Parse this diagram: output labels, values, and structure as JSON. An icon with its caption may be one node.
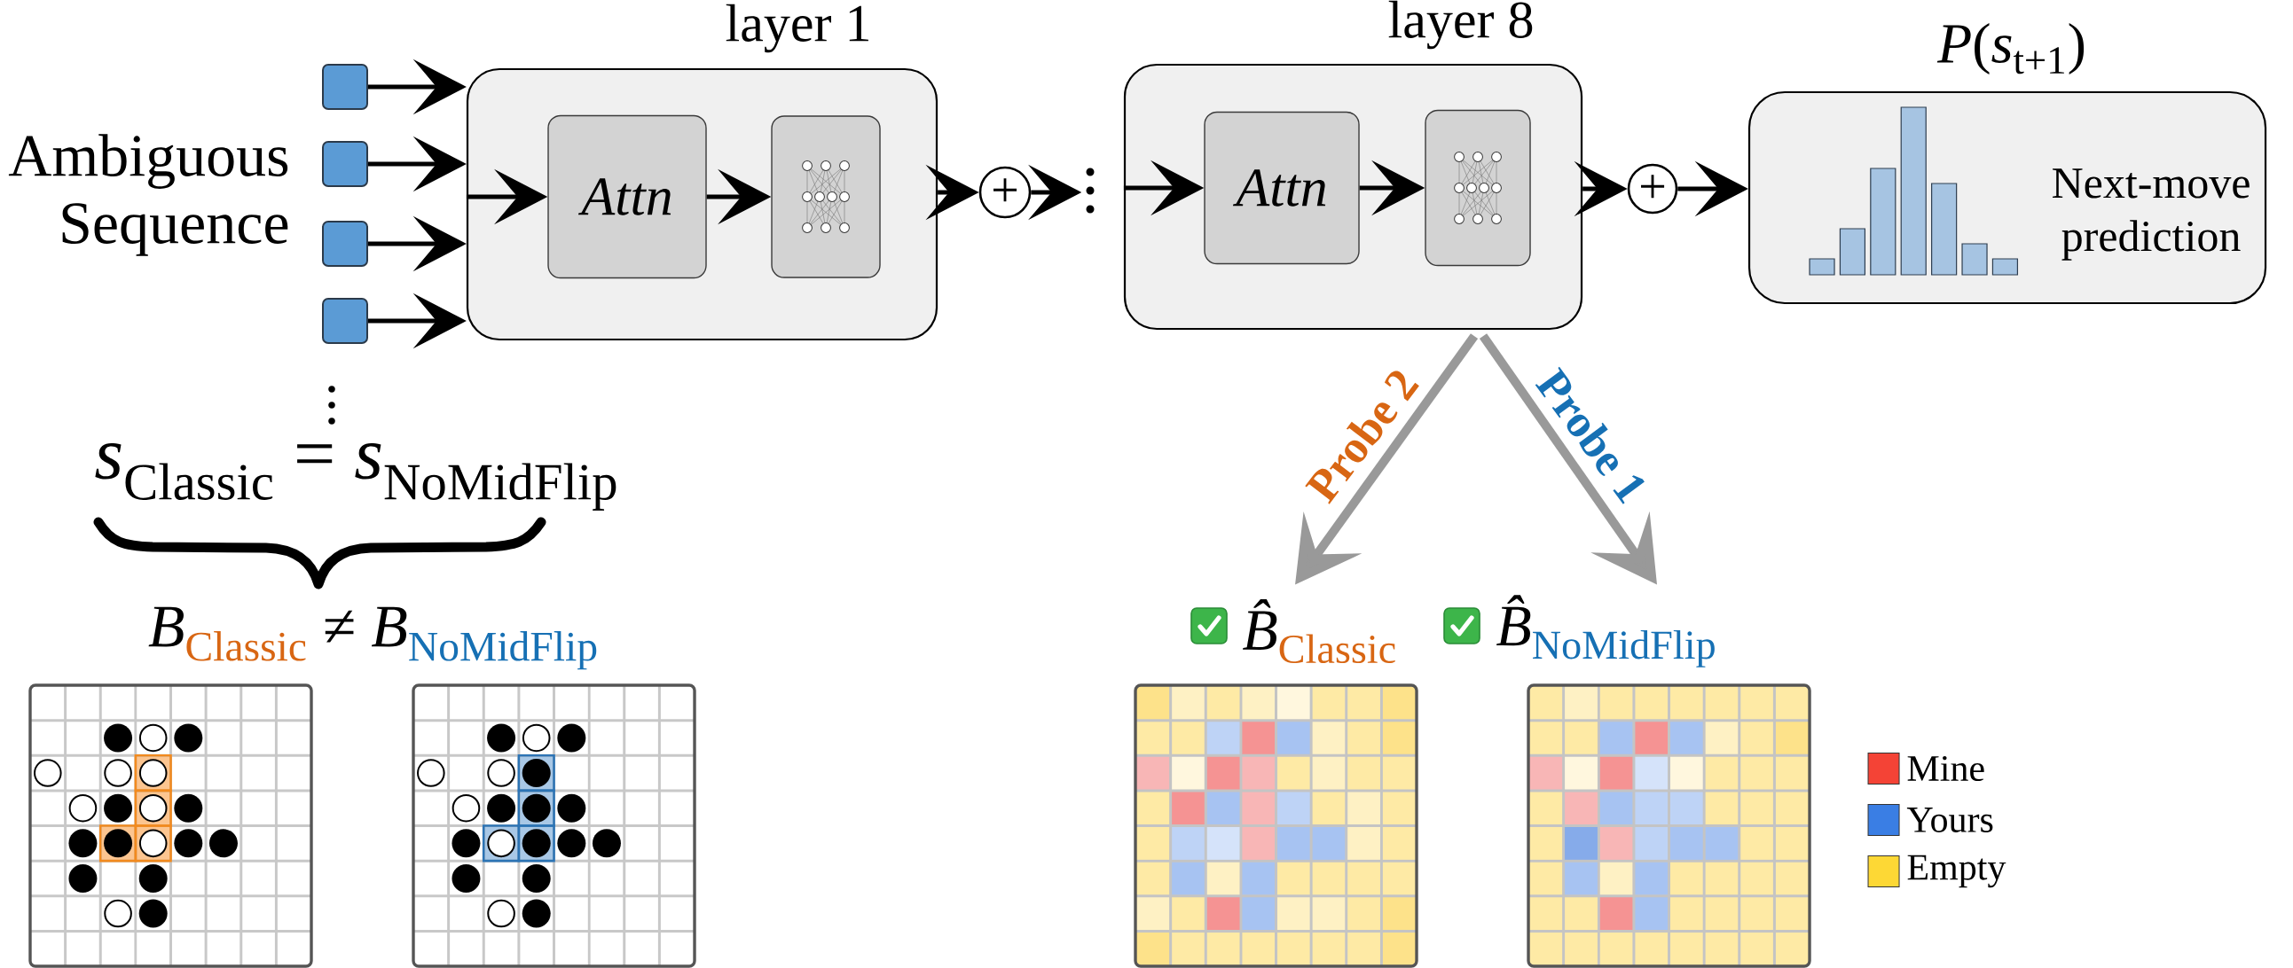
{
  "diagram": {
    "nodes": [
      {
        "text": [],
        "shape": "box"
      },
      {
        "text": [],
        "shape": "box"
      },
      {
        "text": [],
        "shape": "box"
      },
      {
        "text": [],
        "shape": "box"
      },
      {
        "text": [
          "layer 1"
        ]
      },
      {
        "text": [
          "Attn"
        ],
        "in": 4
      },
      {
        "text": [],
        "shape": "box",
        "in": 4
      },
      {
        "text": [
          "+"
        ]
      },
      {
        "text": [
          "layer 8"
        ]
      },
      {
        "text": [
          "Attn"
        ],
        "in": 8
      },
      {
        "text": [],
        "shape": "box",
        "in": 8
      },
      {
        "text": [
          "+"
        ]
      },
      {
        "text": [
          "*P*(*s*$_{t+1}$)",
          "Next-move prediction"
        ]
      },
      {
        "text": [],
        "shape": "picture"
      },
      {
        "text": [],
        "shape": "picture"
      },
      {
        "text": [
          "*B̂*$_{Classic}$"
        ]
      },
      {
        "text": [
          "*B̂*$_{NoMidFlip}$"
        ]
      }
    ],
    "edges": [
      {
        "from": 0,
        "to": 4,
        "arrow": "to"
      },
      {
        "from": 1,
        "to": 4,
        "arrow": "to"
      },
      {
        "from": 2,
        "to": 4,
        "arrow": "to"
      },
      {
        "from": 3,
        "to": 4,
        "arrow": "to"
      },
      {
        "from": 4,
        "to": 5,
        "arrow": "to"
      },
      {
        "from": 5,
        "to": 6,
        "arrow": "to"
      },
      {
        "from": 4,
        "to": 7,
        "arrow": "to"
      },
      {
        "from": 7,
        "to": null,
        "arrow": "to"
      },
      {
        "from": 8,
        "to": 9,
        "arrow": "to"
      },
      {
        "from": 9,
        "to": 10,
        "arrow": "to"
      },
      {
        "from": 8,
        "to": 11,
        "arrow": "to"
      },
      {
        "from": 11,
        "to": 12,
        "arrow": "to"
      },
      {
        "from": 8,
        "to": 15,
        "arrow": "to",
        "label": "Probe 2",
        "style": "thick",
        "color": "#999999"
      },
      {
        "from": 8,
        "to": 16,
        "arrow": "to",
        "label": "Probe 1",
        "style": "thick",
        "color": "#999999"
      }
    ],
    "labels": [
      "Ambiguous Sequence",
      "*s*$_{Classic}$ = *s*$_{NoMidFlip}$",
      "*B*$_{Classic}$ ≠ *B*$_{NoMidFlip}$"
    ],
    "legend": [
      {
        "text": "Mine",
        "color": "#f44336"
      },
      {
        "text": "Yours",
        "color": "#3a7ee4"
      },
      {
        "text": "Empty",
        "color": "#fdd835"
      }
    ]
  }
}
